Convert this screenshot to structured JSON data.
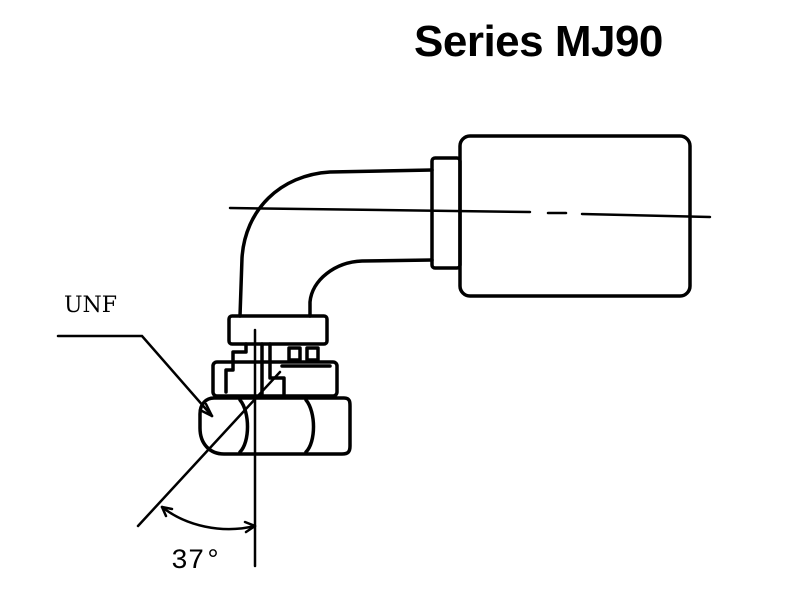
{
  "title": "Series MJ90",
  "labels": {
    "thread": "UNF",
    "angle": "37°"
  },
  "colors": {
    "ink": "#000000",
    "background": "#ffffff"
  }
}
